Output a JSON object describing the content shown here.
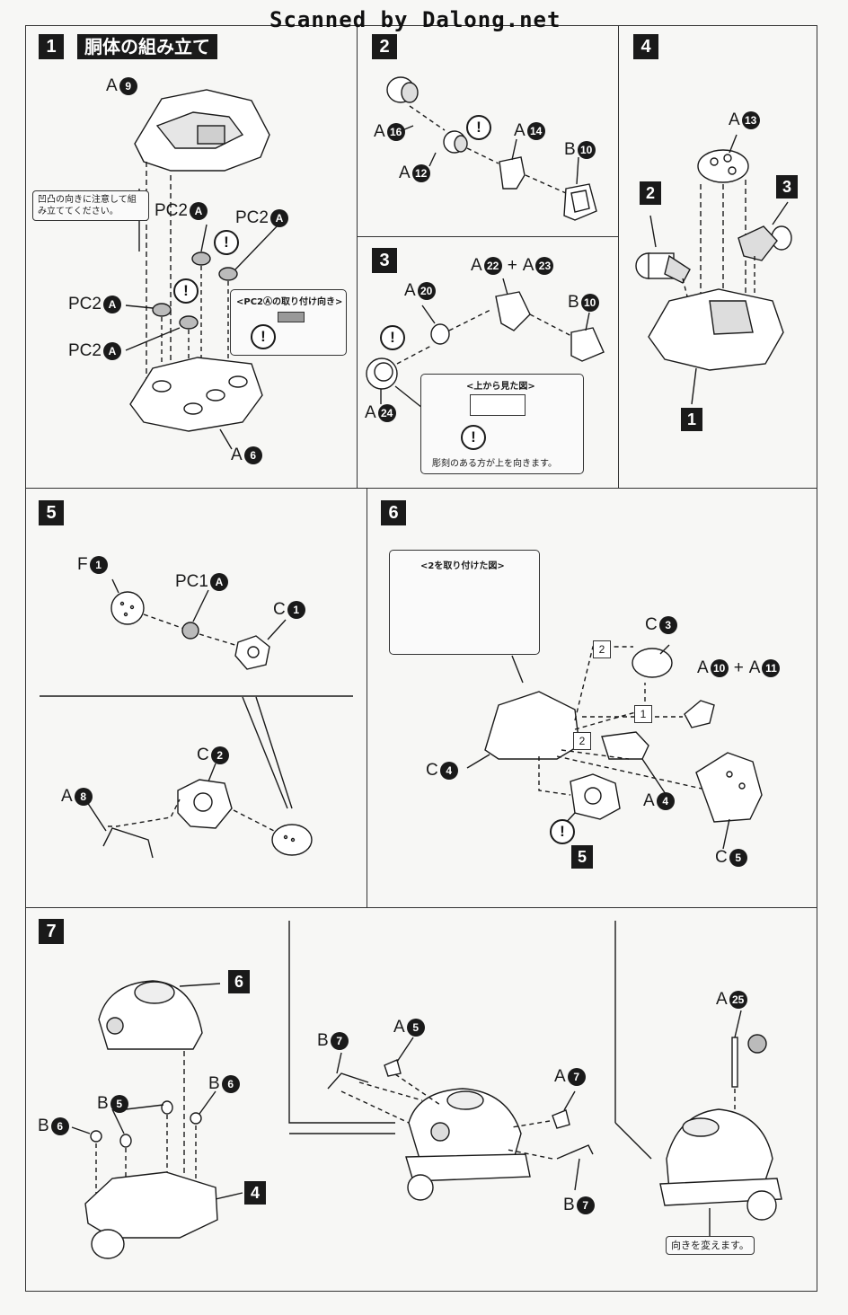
{
  "header": {
    "watermark": "Scanned by Dalong.net"
  },
  "steps": {
    "s1": {
      "num": "1",
      "title": "胴体の組み立て",
      "note_align": "凹凸の向きに注意して組み立ててください。",
      "note_pc2_title": "<PC2Ⓐの取り付け向き>",
      "parts": {
        "a9": {
          "letter": "A",
          "num": "9"
        },
        "pc2": {
          "letter": "PC2",
          "num": "A"
        },
        "a6": {
          "letter": "A",
          "num": "6"
        }
      }
    },
    "s2": {
      "num": "2",
      "parts": {
        "a16": {
          "letter": "A",
          "num": "16"
        },
        "a12": {
          "letter": "A",
          "num": "12"
        },
        "a14": {
          "letter": "A",
          "num": "14"
        },
        "b10": {
          "letter": "B",
          "num": "10"
        }
      }
    },
    "s3": {
      "num": "3",
      "note_top_title": "<上から見た図>",
      "note_top_text": "彫刻のある方が上を向きます。",
      "plus": "+",
      "parts": {
        "a20": {
          "letter": "A",
          "num": "20"
        },
        "a22": {
          "letter": "A",
          "num": "22"
        },
        "a23": {
          "letter": "A",
          "num": "23"
        },
        "b10": {
          "letter": "B",
          "num": "10"
        },
        "a24": {
          "letter": "A",
          "num": "24"
        }
      }
    },
    "s4": {
      "num": "4",
      "ref_2": "2",
      "ref_3": "3",
      "ref_1": "1",
      "parts": {
        "a13": {
          "letter": "A",
          "num": "13"
        }
      }
    },
    "s5": {
      "num": "5",
      "parts": {
        "f1": {
          "letter": "F",
          "num": "1"
        },
        "pc1": {
          "letter": "PC1",
          "num": "A"
        },
        "c1": {
          "letter": "C",
          "num": "1"
        },
        "c2": {
          "letter": "C",
          "num": "2"
        },
        "a8": {
          "letter": "A",
          "num": "8"
        }
      }
    },
    "s6": {
      "num": "6",
      "note_attached_title": "<2を取り付けた図>",
      "ref_5": "5",
      "order_1": "1",
      "order_2a": "2",
      "order_2b": "2",
      "plus": "+",
      "parts": {
        "c3": {
          "letter": "C",
          "num": "3"
        },
        "a10": {
          "letter": "A",
          "num": "10"
        },
        "a11": {
          "letter": "A",
          "num": "11"
        },
        "c4": {
          "letter": "C",
          "num": "4"
        },
        "a4": {
          "letter": "A",
          "num": "4"
        },
        "c5": {
          "letter": "C",
          "num": "5"
        }
      }
    },
    "s7": {
      "num": "7",
      "ref_6": "6",
      "ref_4": "4",
      "note_turn": "向きを変えます。",
      "parts": {
        "b5": {
          "letter": "B",
          "num": "5"
        },
        "b6a": {
          "letter": "B",
          "num": "6"
        },
        "b6b": {
          "letter": "B",
          "num": "6"
        },
        "b7a": {
          "letter": "B",
          "num": "7"
        },
        "a5": {
          "letter": "A",
          "num": "5"
        },
        "a7": {
          "letter": "A",
          "num": "7"
        },
        "b7b": {
          "letter": "B",
          "num": "7"
        },
        "a25": {
          "letter": "A",
          "num": "25"
        }
      }
    }
  },
  "colors": {
    "ink": "#1a1a1a",
    "paper": "#f7f7f5",
    "line": "#333333"
  }
}
